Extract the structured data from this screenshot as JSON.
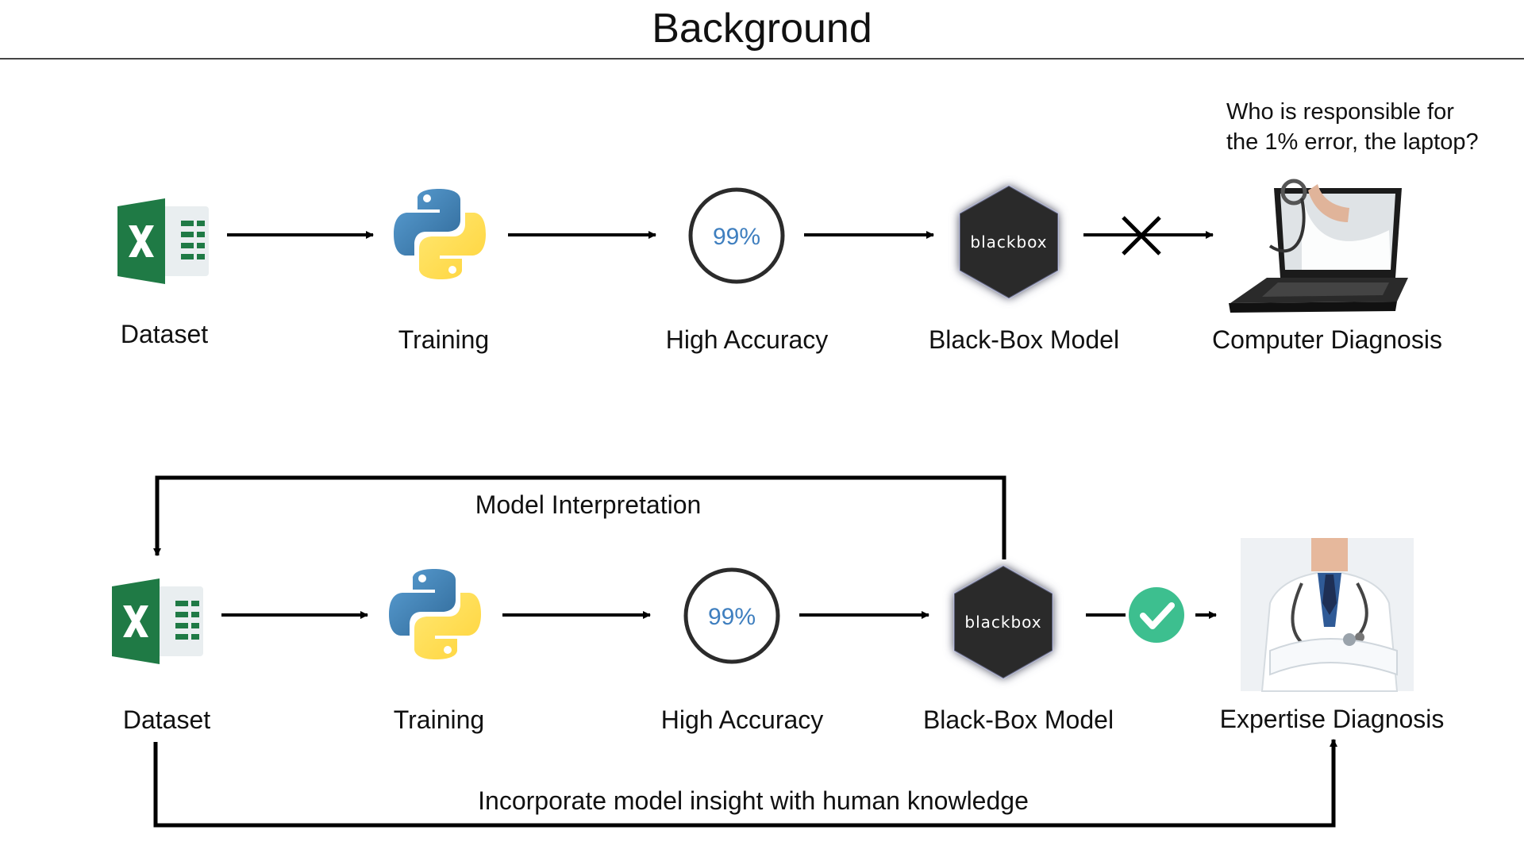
{
  "title": "Background",
  "row1": {
    "labels": {
      "dataset": "Dataset",
      "training": "Training",
      "accuracy": "High Accuracy",
      "model": "Black-Box Model",
      "diagnosis": "Computer Diagnosis"
    },
    "question": {
      "line1": "Who is responsible for",
      "line2": "the 1% error, the laptop?"
    },
    "accuracy_value": "99%",
    "blackbox_text": "blackbox"
  },
  "row2": {
    "labels": {
      "dataset": "Dataset",
      "training": "Training",
      "accuracy": "High Accuracy",
      "model": "Black-Box Model",
      "diagnosis": "Expertise Diagnosis"
    },
    "accuracy_value": "99%",
    "blackbox_text": "blackbox",
    "loop_label": "Model Interpretation",
    "bottom_label": "Incorporate model insight with human knowledge"
  },
  "colors": {
    "excel_green": "#1f7a45",
    "python_blue": "#3a74a8",
    "python_yellow": "#f6cd3f",
    "accuracy_text": "#3f7fbf",
    "check_green": "#3dbf8f",
    "hexagon": "#2b2b2b"
  }
}
